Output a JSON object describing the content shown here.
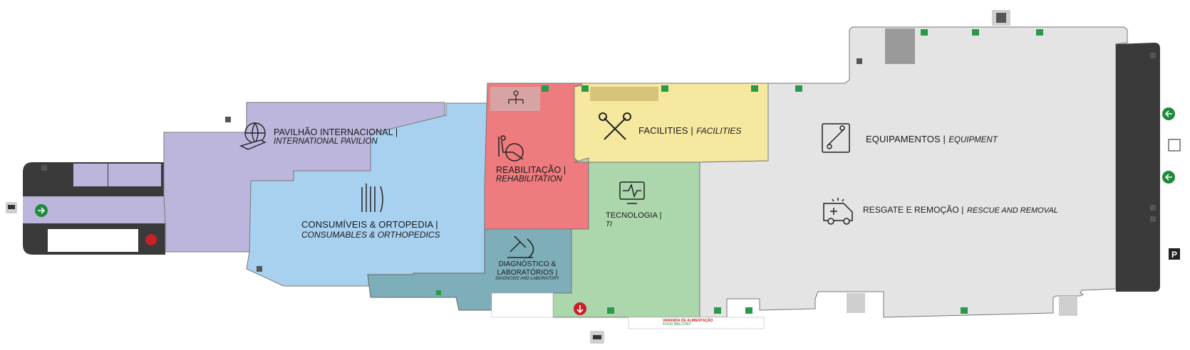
{
  "map": {
    "zones": [
      {
        "id": "pavilhao",
        "name_pt": "PAVILHÃO INTERNACIONAL |",
        "name_en": "INTERNATIONAL PAVILION",
        "color": "#bcb6dc",
        "icon": "globe-plane-icon"
      },
      {
        "id": "consumiveis",
        "name_pt": "CONSUMÍVEIS & ORTOPEDIA |",
        "name_en": "CONSUMABLES & ORTHOPEDICS",
        "color": "#a8d0ef",
        "icon": "surgical-tools-icon"
      },
      {
        "id": "reabilitacao",
        "name_pt": "REABILITAÇÃO |",
        "name_en": "REHABILITATION",
        "color": "#ee7b7e",
        "icon": "wheelchair-icon"
      },
      {
        "id": "facilities",
        "name_pt": "FACILITIES |",
        "name_en": "FACILITIES",
        "color": "#f7e8a0",
        "icon": "tools-icon"
      },
      {
        "id": "tecnologia",
        "name_pt": "TECNOLOGIA |",
        "name_en": "TI",
        "color": "#acd6ac",
        "icon": "monitor-pulse-icon"
      },
      {
        "id": "diagnostico",
        "name_pt": "DIAGNÓSTICO & LABORATÓRIOS |",
        "name_en": "DIAGNOSIS AND LABORATORY",
        "color": "#7faebb",
        "icon": "microscope-icon"
      },
      {
        "id": "equipamentos",
        "name_pt": "EQUIPAMENTOS |",
        "name_en": "EQUIPMENT",
        "color": "#e4e4e4",
        "icon": "bone-xray-icon"
      },
      {
        "id": "resgate",
        "name_pt": "RESGATE E REMOÇÃO |",
        "name_en": "RESCUE AND REMOVAL",
        "color": "#e4e4e4",
        "icon": "ambulance-icon"
      }
    ],
    "food_balcony": {
      "name_pt": "VARANDA DE ALIMENTAÇÃO",
      "name_en": "FOOD BALCONY"
    },
    "colors": {
      "dark_panel": "#3a3a3a",
      "exit_green": "#1e8a3c",
      "alert_red": "#c8202a",
      "outline": "#555555"
    },
    "icons": [
      "restroom-icon",
      "bus-icon",
      "car-icon",
      "parking-icon",
      "exit-arrow-icon",
      "down-arrow-icon",
      "fire-extinguisher-icon",
      "elevator-icon",
      "stairs-icon"
    ]
  }
}
